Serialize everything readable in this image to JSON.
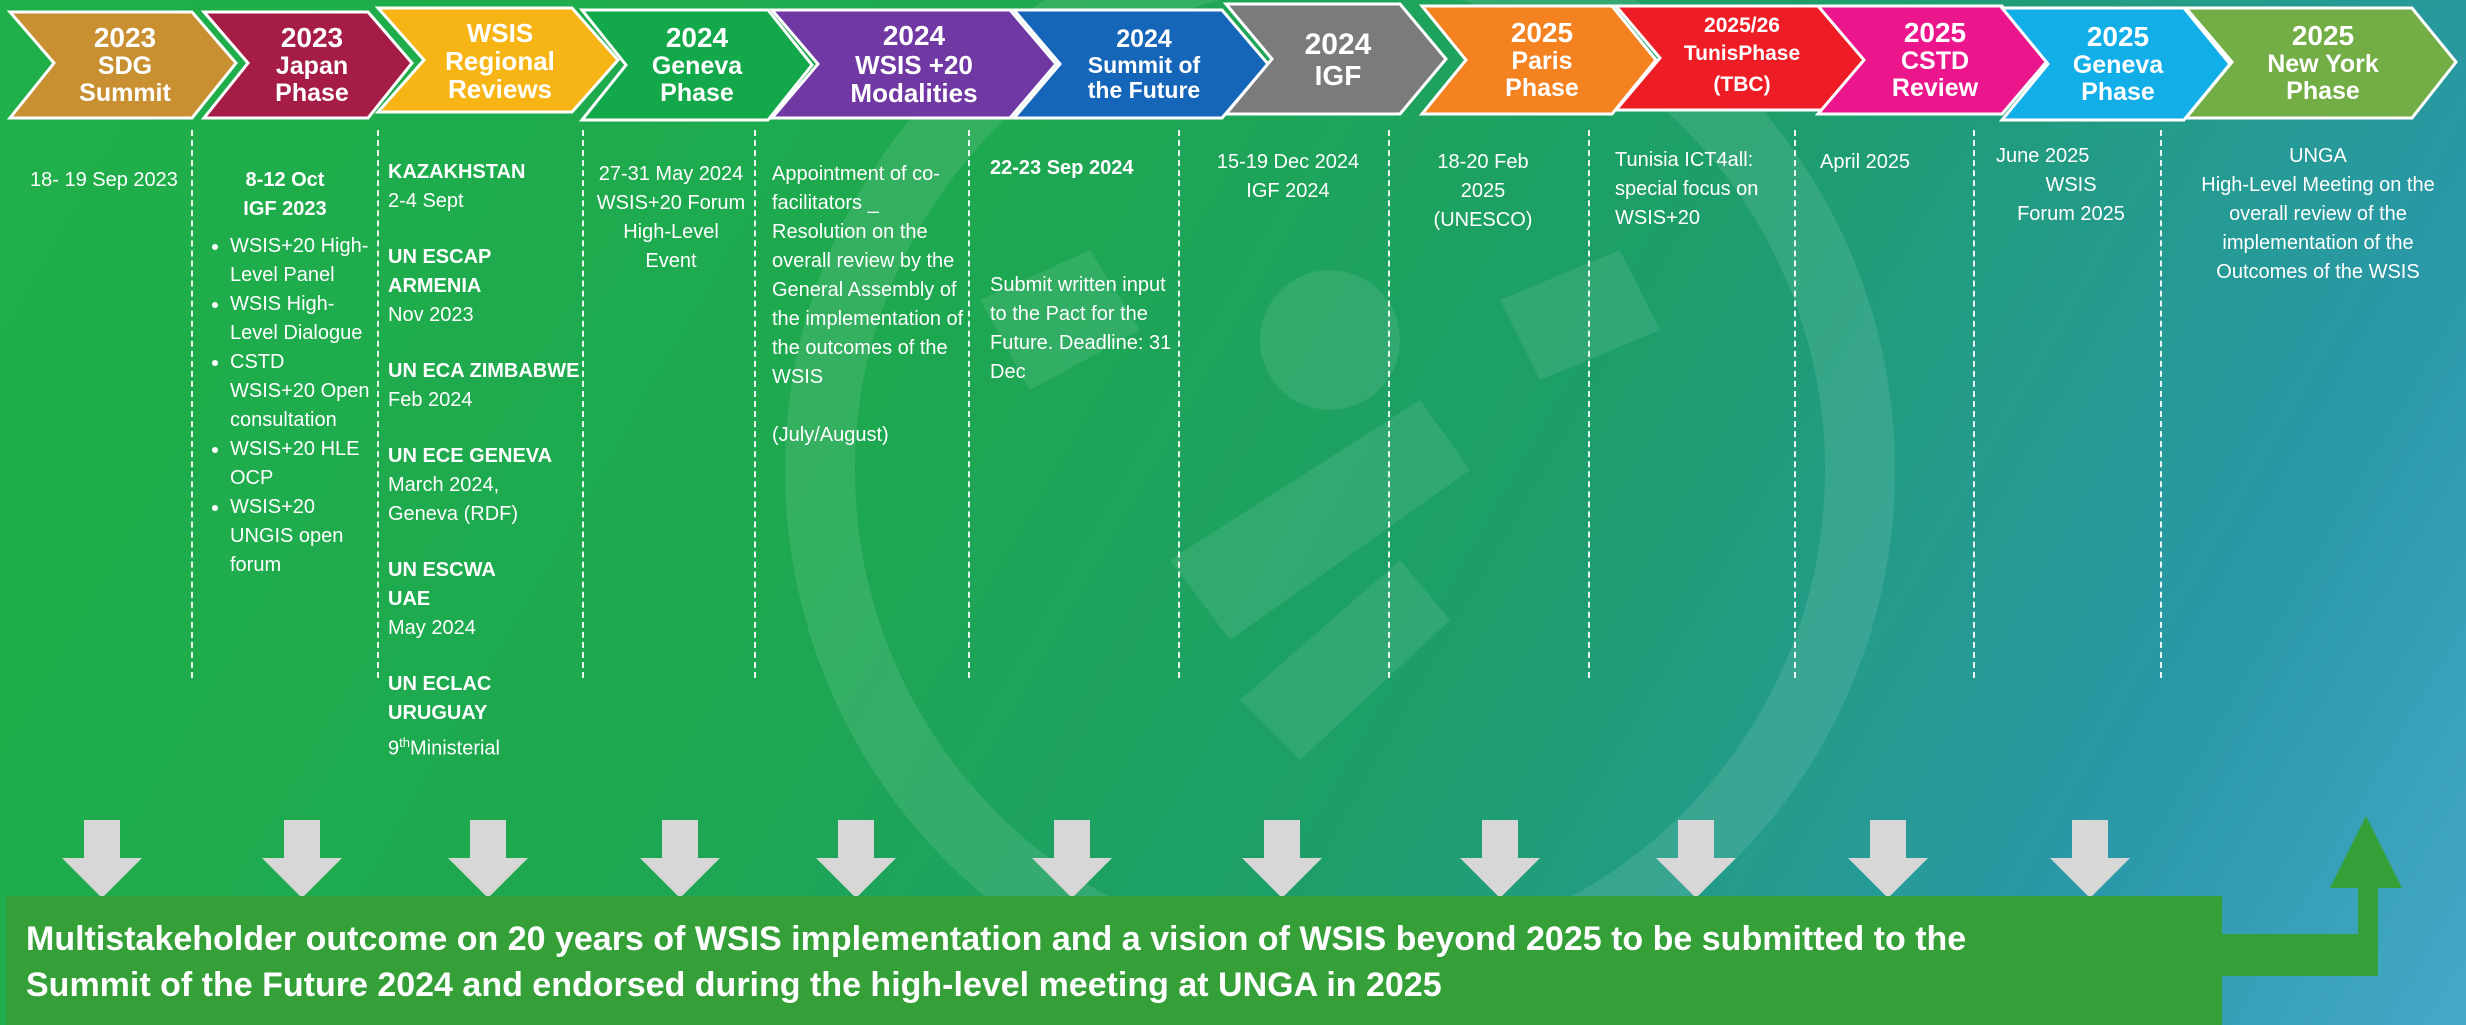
{
  "colors": {
    "chevrons": [
      "#c99031",
      "#a51d47",
      "#f7b515",
      "#13a84a",
      "#7038a3",
      "#1565b8",
      "#7b7b7b",
      "#f58220",
      "#ee1c25",
      "#ec168c",
      "#12aee8",
      "#72ad45"
    ],
    "banner": "#34a037",
    "arrow_gray": "#d7d7d7",
    "arrow_green": "#34a037"
  },
  "chevrons": [
    {
      "year": "2023",
      "name": "SDG Summit"
    },
    {
      "year": "2023",
      "name": "Japan Phase"
    },
    {
      "year": "",
      "name": "WSIS Regional Reviews"
    },
    {
      "year": "2024",
      "name": "Geneva Phase"
    },
    {
      "year": "2024",
      "name": "WSIS +20 Modalities"
    },
    {
      "year": "2024",
      "name": "Summit of the Future"
    },
    {
      "year": "2024",
      "name": "IGF"
    },
    {
      "year": "2025",
      "name": "Paris Phase"
    },
    {
      "year": "2025/26",
      "name": "TunisPhase (TBC)"
    },
    {
      "year": "2025",
      "name": "CSTD Review"
    },
    {
      "year": "2025",
      "name": "Geneva Phase"
    },
    {
      "year": "2025",
      "name": "New York Phase"
    }
  ],
  "details": {
    "sdg": {
      "date": "18- 19 Sep 2023"
    },
    "japan": {
      "date": "8-12 Oct",
      "event": "IGF  2023",
      "bullets": [
        "WSIS+20 High-Level Panel",
        "WSIS High-Level Dialogue",
        "CSTD WSIS+20 Open consultation",
        "WSIS+20 HLE OCP",
        "WSIS+20 UNGIS open forum"
      ]
    },
    "regional": {
      "r1_title": "KAZAKHSTAN",
      "r1_date": "2-4 Sept",
      "r2_title": "UN ESCAP ARMENIA",
      "r2_date": "Nov 2023",
      "r3_title": "UN ECA ZIMBABWE",
      "r3_date": "Feb 2024",
      "r4_title": "UN ECE GENEVA",
      "r4_date": "March 2024, Geneva (RDF)",
      "r5_title": "UN ESCWA UAE",
      "r5_date": "May 2024",
      "r6_title": "UN ECLAC URUGUAY",
      "r6_num": "9",
      "r6_sup": "th",
      "r6_rest": "Ministerial"
    },
    "geneva2024": {
      "text": "27-31 May 2024 WSIS+20 Forum High-Level Event"
    },
    "modalities": {
      "text": "Appointment of co-facilitators _ Resolution on the overall review by the General Assembly of the implementation of the outcomes of the WSIS",
      "note": "(July/August)"
    },
    "summit": {
      "date": "22-23 Sep 2024",
      "text": "Submit written input to the Pact for the Future. Deadline: 31 Dec"
    },
    "igf": {
      "date": "15-19 Dec 2024",
      "event": "IGF 2024"
    },
    "paris": {
      "date": "18-20 Feb 2025",
      "event": "(UNESCO)"
    },
    "tunis": {
      "text": "Tunisia ICT4all: special focus on WSIS+20"
    },
    "cstd": {
      "date": "April 2025"
    },
    "geneva2025": {
      "date": "June 2025",
      "event": "WSIS Forum 2025"
    },
    "newyork": {
      "title": "UNGA",
      "text": "High-Level Meeting on the overall review of the implementation of the Outcomes of the WSIS"
    }
  },
  "banner": {
    "line1": "Multistakeholder outcome on 20 years of WSIS implementation and a vision of WSIS beyond 2025 to be submitted to the",
    "line2": "Summit of the Future 2024 and endorsed during the high-level meeting at UNGA in 2025"
  }
}
